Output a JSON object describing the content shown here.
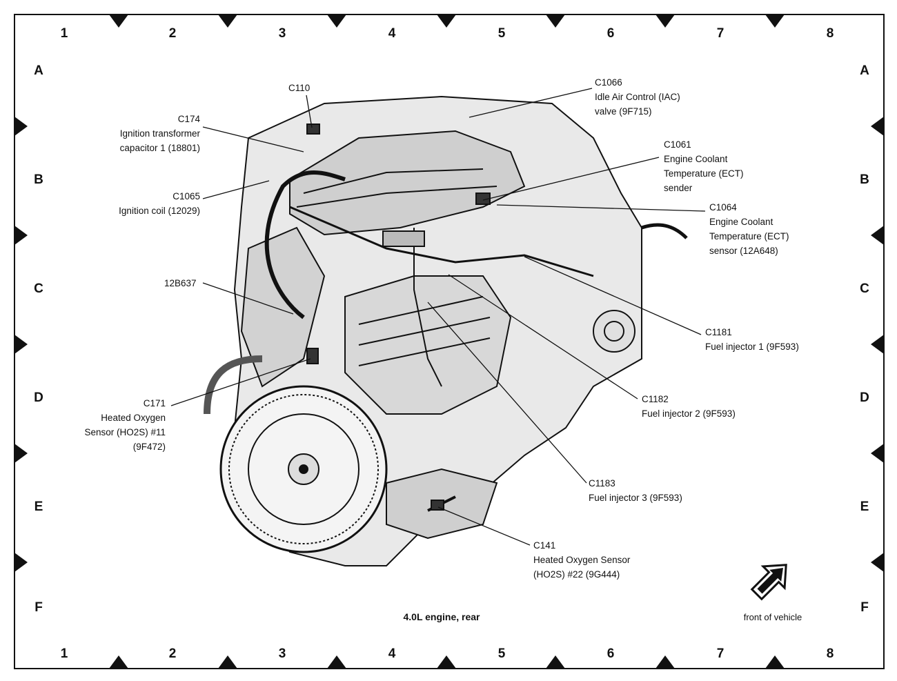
{
  "grid": {
    "columns": [
      "1",
      "2",
      "3",
      "4",
      "5",
      "6",
      "7",
      "8"
    ],
    "rows": [
      "A",
      "B",
      "C",
      "D",
      "E",
      "F"
    ]
  },
  "callouts": {
    "c110": {
      "lines": [
        "C110"
      ]
    },
    "c174": {
      "lines": [
        "C174",
        "Ignition transformer",
        "capacitor 1 (18801)"
      ]
    },
    "c1065": {
      "lines": [
        "C1065",
        "Ignition coil (12029)"
      ]
    },
    "b637": {
      "lines": [
        "12B637"
      ]
    },
    "c171": {
      "lines": [
        "C171",
        "Heated Oxygen",
        "Sensor (HO2S) #11",
        "(9F472)"
      ]
    },
    "c1066": {
      "lines": [
        "C1066",
        "Idle Air Control (IAC)",
        "valve (9F715)"
      ]
    },
    "c1061": {
      "lines": [
        "C1061",
        "Engine Coolant",
        "Temperature (ECT)",
        "sender"
      ]
    },
    "c1064": {
      "lines": [
        "C1064",
        "Engine Coolant",
        "Temperature (ECT)",
        "sensor (12A648)"
      ]
    },
    "c1181": {
      "lines": [
        "C1181",
        "Fuel injector 1 (9F593)"
      ]
    },
    "c1182": {
      "lines": [
        "C1182",
        "Fuel injector 2 (9F593)"
      ]
    },
    "c1183": {
      "lines": [
        "C1183",
        "Fuel injector 3 (9F593)"
      ]
    },
    "c141": {
      "lines": [
        "C141",
        "Heated Oxygen Sensor",
        "(HO2S) #22 (9G444)"
      ]
    }
  },
  "caption": "4.0L engine, rear",
  "front_label": "front of vehicle",
  "icons": {
    "direction": "front-arrow-icon",
    "engine": "engine-illustration"
  },
  "colors": {
    "ink": "#111111",
    "background": "#ffffff"
  }
}
